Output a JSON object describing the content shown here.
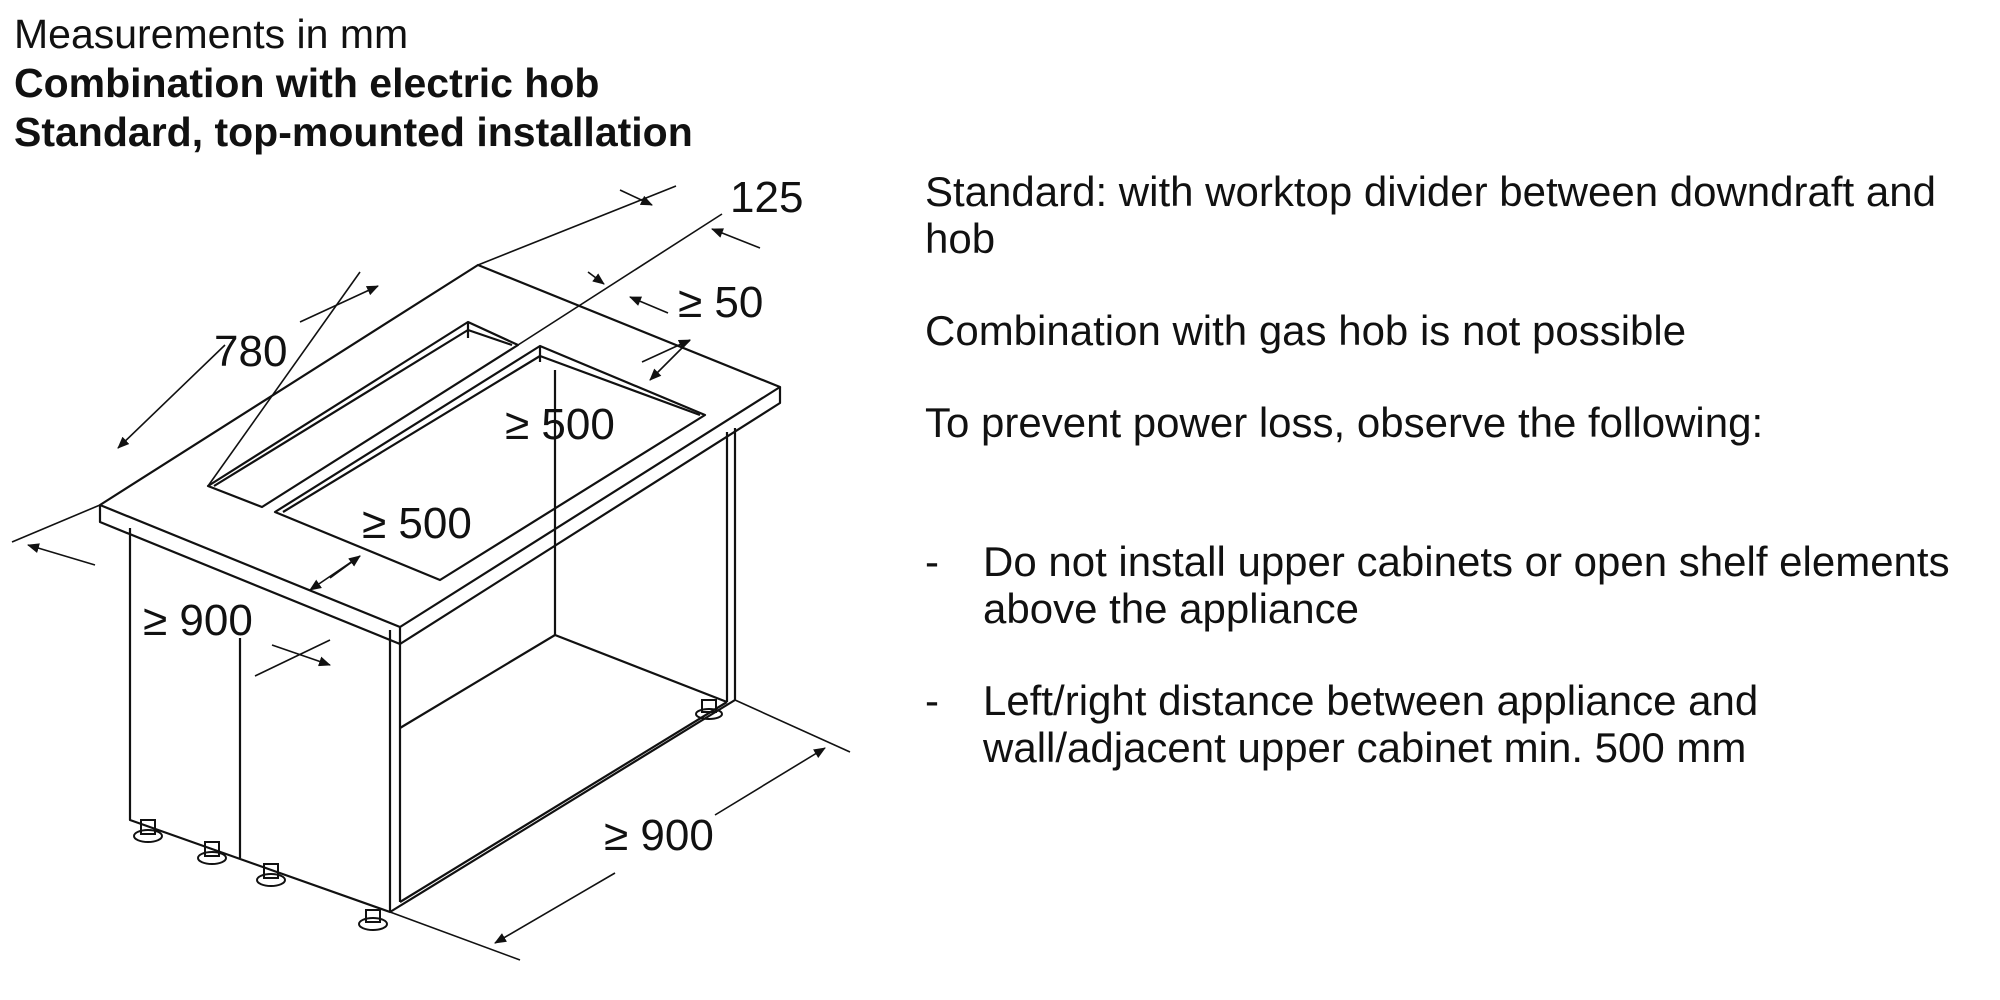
{
  "header": {
    "units": "Measurements in mm",
    "title": "Combination with electric hob",
    "subtitle": "Standard, top-mounted installation"
  },
  "dimensions": {
    "d125": "125",
    "d50": "≥ 50",
    "d780": "780",
    "d500a": "≥ 500",
    "d500b": "≥ 500",
    "d900a": "≥ 900",
    "d900b": "≥ 900"
  },
  "notes": {
    "standard": "Standard: with worktop divider between downdraft and hob",
    "gas": "Combination with gas hob is not possible",
    "prevent": "To prevent power loss, observe the following:",
    "bullet_marker": "-",
    "bullets": [
      "Do not install upper cabinets or open shelf elements above the appliance",
      "Left/right distance between appliance and wall/adjacent upper cabinet min. 500 mm"
    ]
  },
  "colors": {
    "line": "#111111",
    "background": "#ffffff"
  }
}
